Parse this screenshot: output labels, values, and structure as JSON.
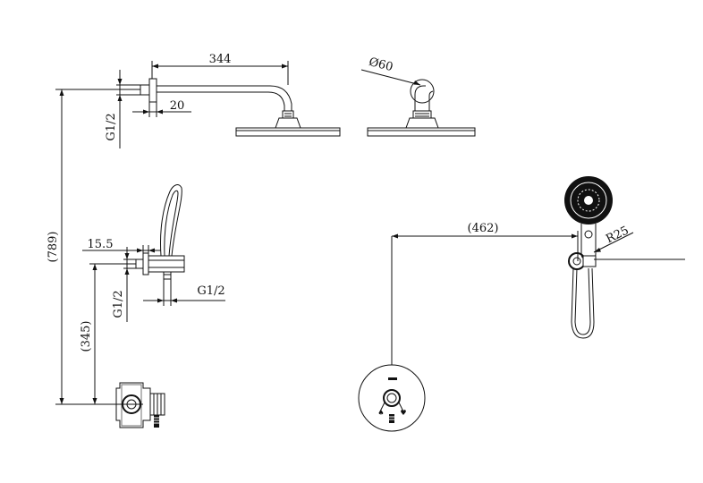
{
  "dimensions": {
    "arm_length": "344",
    "flange_depth": "20",
    "arm_thread": "G1/2",
    "flange_diameter": "Ø60",
    "total_height": "(789)",
    "elbow_depth": "15.5",
    "elbow_thread_left": "G1/2",
    "elbow_thread_bottom": "G1/2",
    "valve_to_elbow": "(345)",
    "hose_length": "(462)",
    "handset_radius": "R25"
  }
}
